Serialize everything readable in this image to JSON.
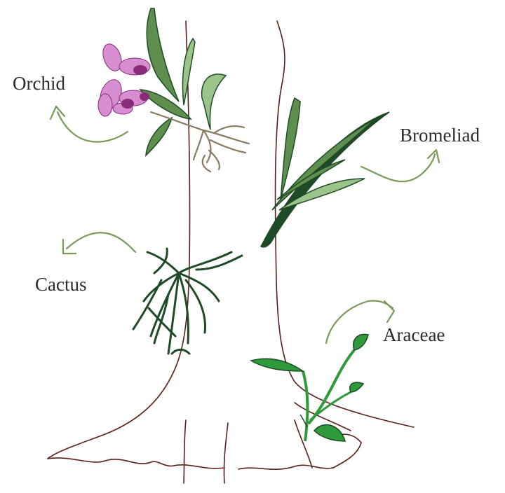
{
  "labels": {
    "orchid": "Orchid",
    "bromeliad": "Bromeliad",
    "cactus": "Cactus",
    "araceae": "Araceae"
  },
  "colors": {
    "trunk_outline": "#5a1f16",
    "arrow": "#7a9a5a",
    "leaf_dark": "#1f4a26",
    "leaf_mid": "#5f8f4e",
    "leaf_light": "#9cc48a",
    "araceae_green": "#2f9a3a",
    "orchid_purple": "#8a2a7a",
    "orchid_light": "#d68ed0",
    "root_tan": "#8a7a62"
  },
  "icons": [
    "tree-trunk",
    "orchid-plant",
    "bromeliad-plant",
    "cactus-plant",
    "araceae-plant",
    "curved-arrow"
  ]
}
